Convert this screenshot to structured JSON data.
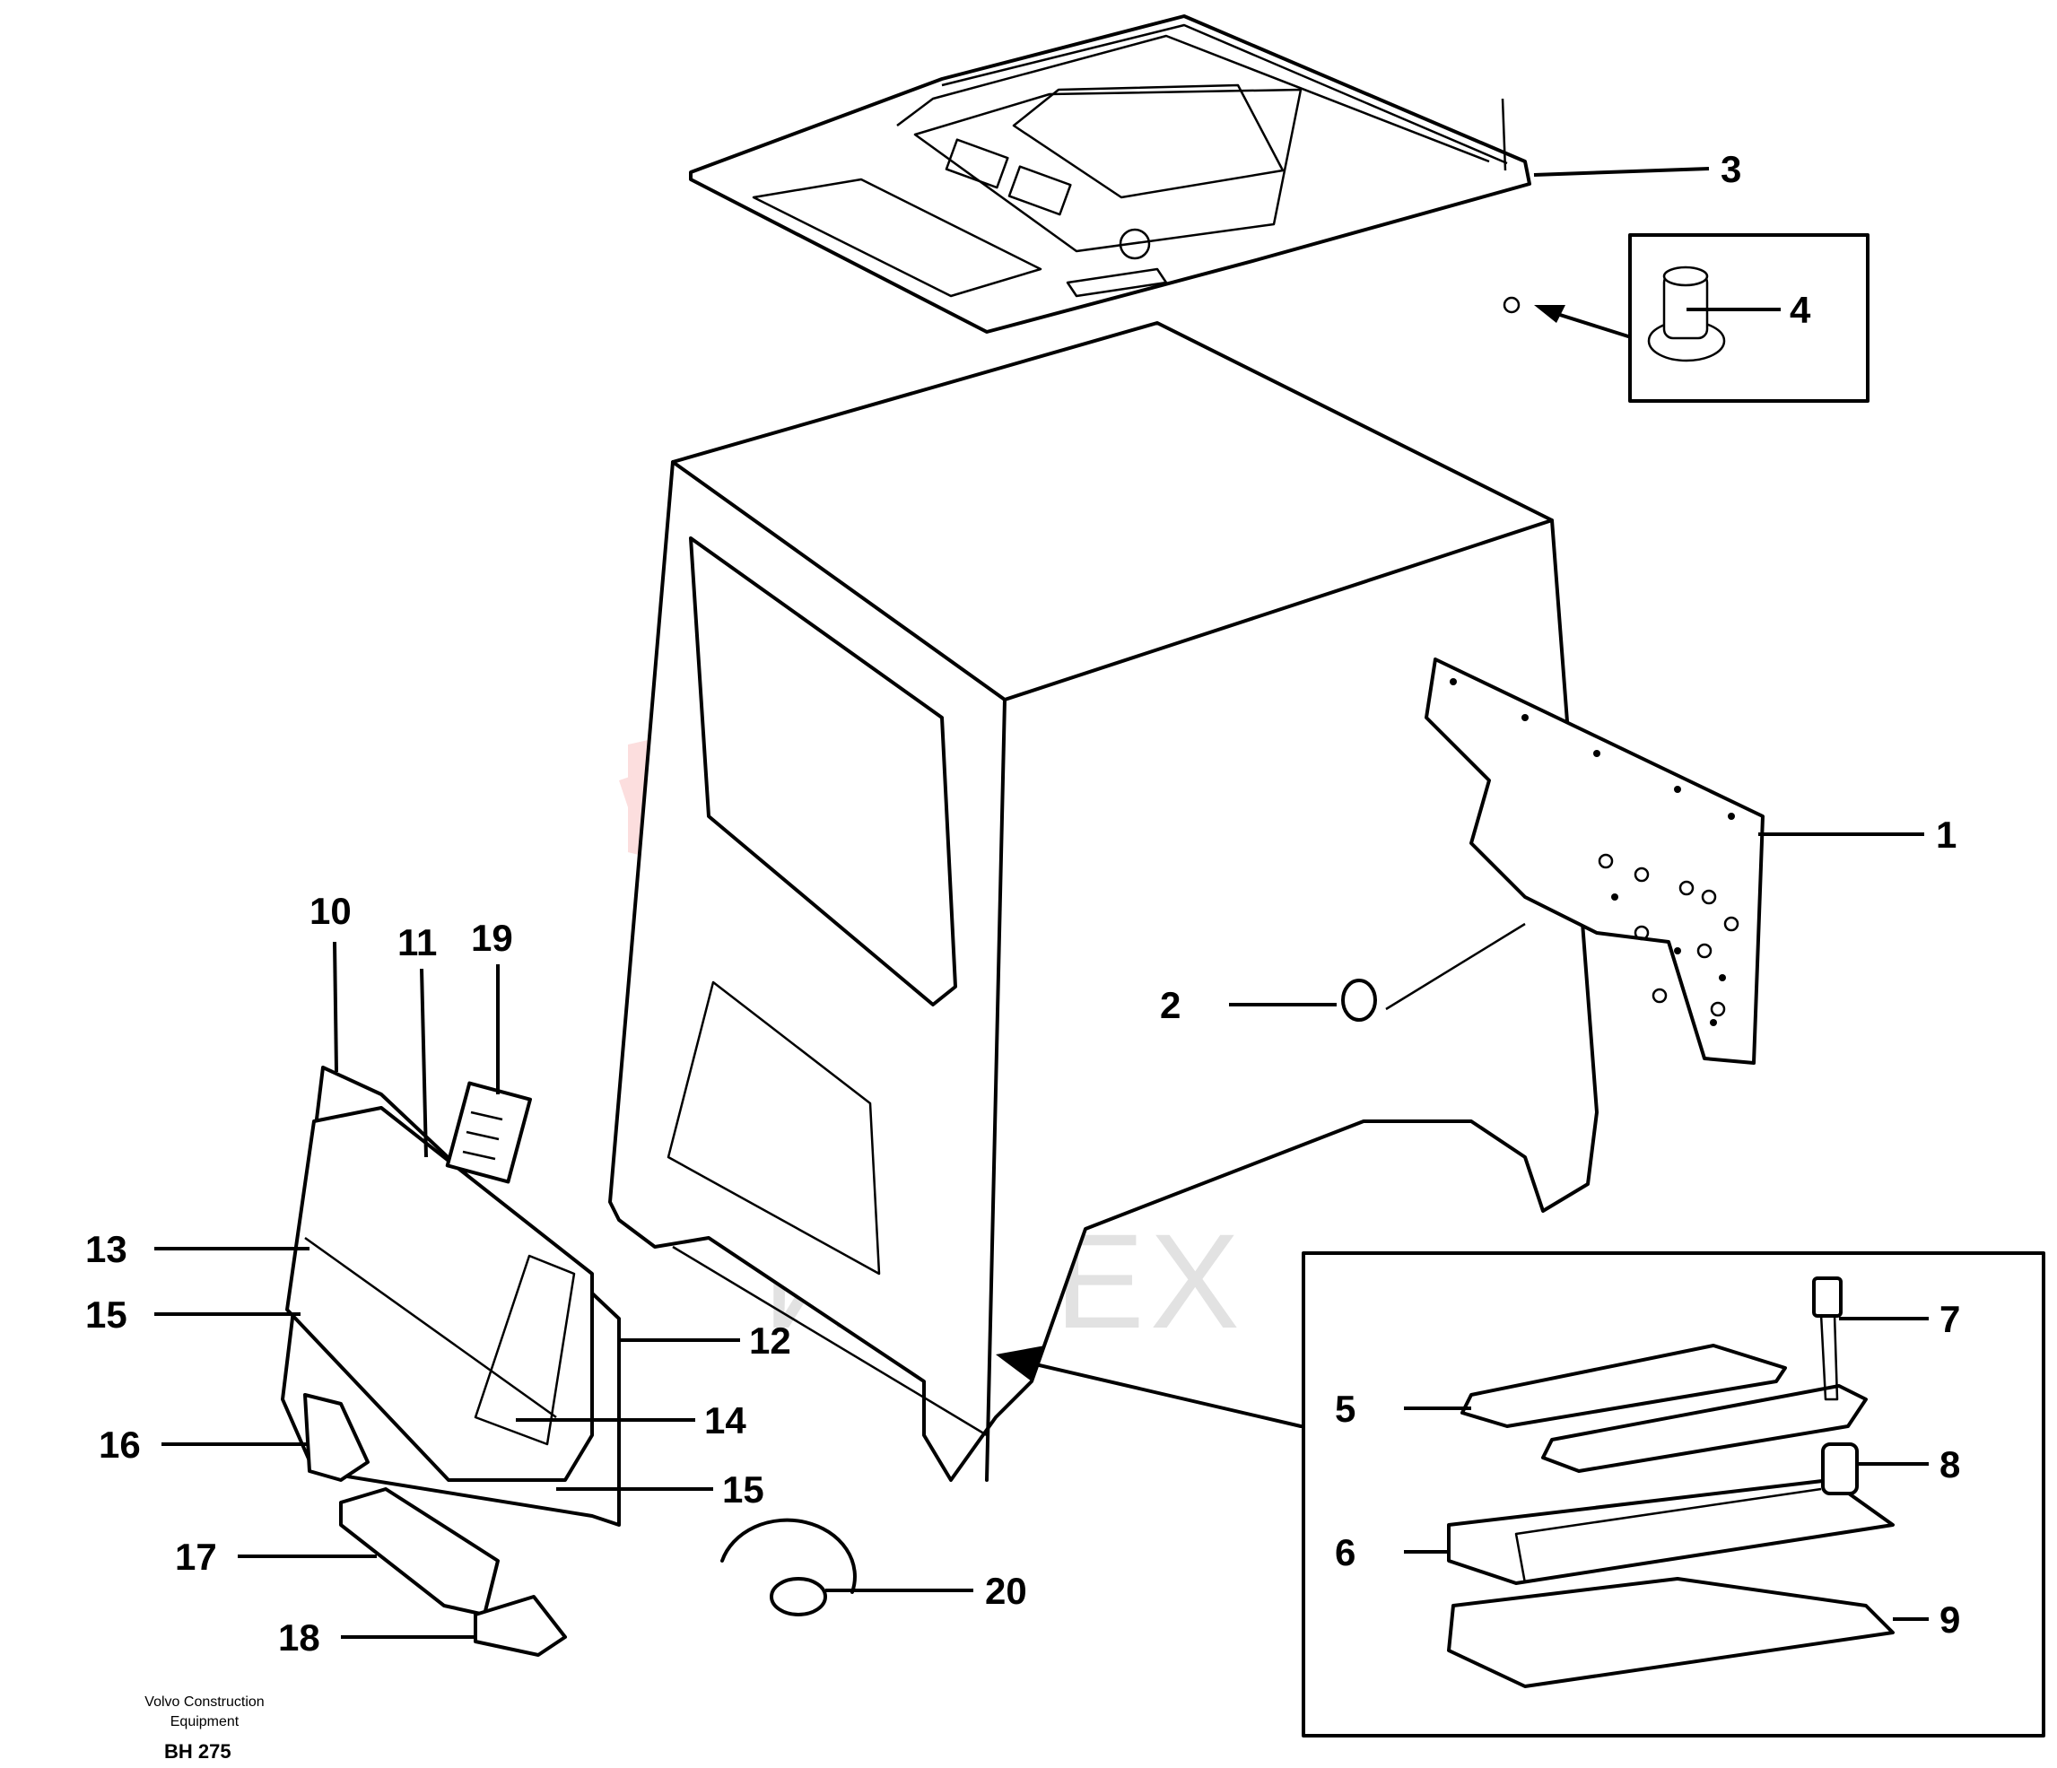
{
  "callouts": [
    {
      "id": "1",
      "label": "1"
    },
    {
      "id": "2",
      "label": "2"
    },
    {
      "id": "3",
      "label": "3"
    },
    {
      "id": "4",
      "label": "4"
    },
    {
      "id": "5",
      "label": "5"
    },
    {
      "id": "6",
      "label": "6"
    },
    {
      "id": "7",
      "label": "7"
    },
    {
      "id": "8",
      "label": "8"
    },
    {
      "id": "9",
      "label": "9"
    },
    {
      "id": "10",
      "label": "10"
    },
    {
      "id": "11",
      "label": "11"
    },
    {
      "id": "12",
      "label": "12"
    },
    {
      "id": "13",
      "label": "13"
    },
    {
      "id": "14",
      "label": "14"
    },
    {
      "id": "15a",
      "label": "15"
    },
    {
      "id": "15b",
      "label": "15"
    },
    {
      "id": "16",
      "label": "16"
    },
    {
      "id": "17",
      "label": "17"
    },
    {
      "id": "18",
      "label": "18"
    },
    {
      "id": "19",
      "label": "19"
    },
    {
      "id": "20",
      "label": "20"
    }
  ],
  "footer": {
    "company_line1": "Volvo Construction",
    "company_line2": "Equipment",
    "code": "BH 275"
  },
  "watermark": {
    "text": "ИНТЕХ",
    "color": "#f26b6b"
  }
}
